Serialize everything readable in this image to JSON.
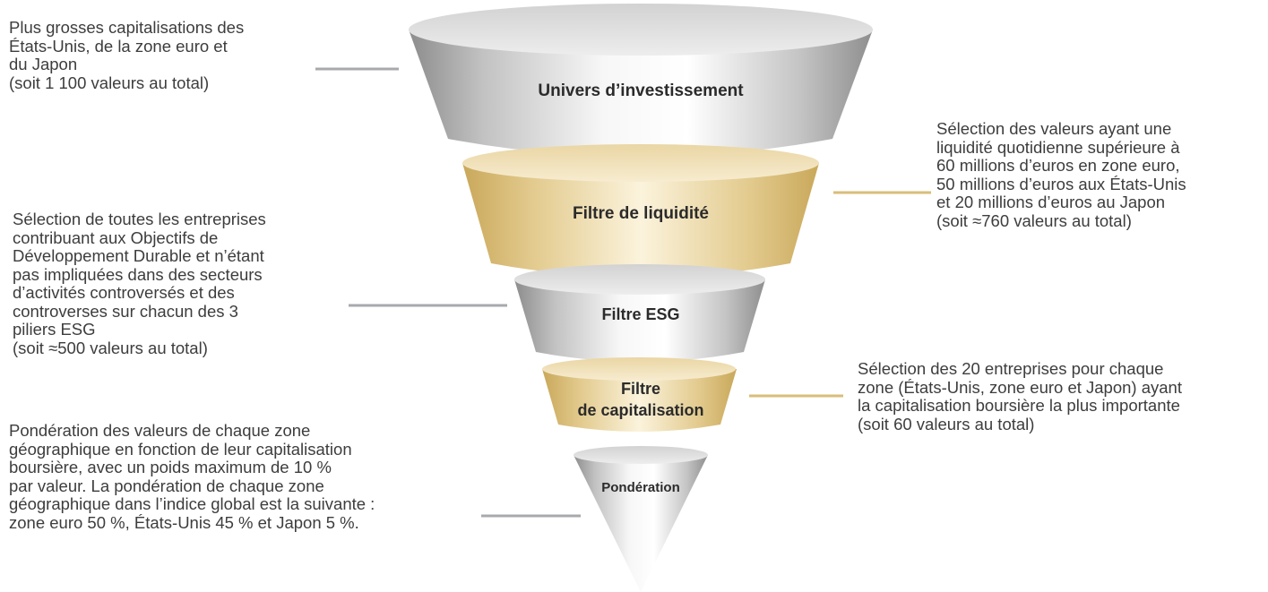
{
  "colors": {
    "grey_stage": "#c7c7c7",
    "gold_stage": "#e3cb8f",
    "grey_connector": "#a7a9ac",
    "gold_connector": "#d9bd7a",
    "text": "#3d3d3d"
  },
  "stages": [
    {
      "id": "univers",
      "label": "Univers d’investissement",
      "color": "grey",
      "description": "Plus grosses capitalisations des\nÉtats-Unis, de la zone euro et\ndu Japon\n(soit 1 100 valeurs au total)"
    },
    {
      "id": "liquidite",
      "label": "Filtre de liquidité",
      "color": "gold",
      "description": "Sélection des valeurs ayant une\nliquidité quotidienne supérieure à\n60 millions d’euros en zone euro,\n50 millions d’euros aux États-Unis\net 20 millions d’euros au Japon\n(soit ≈760 valeurs au total)"
    },
    {
      "id": "esg",
      "label": "Filtre ESG",
      "color": "grey",
      "description": "Sélection de toutes les entreprises\ncontribuant aux Objectifs de\nDéveloppement Durable et n’étant\npas impliquées dans des secteurs\nd’activités controversés et des\ncontroverses sur chacun des 3\npiliers ESG\n(soit ≈500 valeurs au total)"
    },
    {
      "id": "capitalisation",
      "label": "Filtre\nde capitalisation",
      "color": "gold",
      "description": "Sélection des 20 entreprises pour chaque\nzone (États-Unis, zone euro et Japon) ayant\nla capitalisation boursière la plus importante\n(soit 60 valeurs au total)"
    },
    {
      "id": "ponderation",
      "label": "Pondération",
      "color": "grey",
      "description": "Pondération des valeurs de chaque zone\ngéographique en fonction de leur capitalisation\nboursière, avec un poids maximum de 10 %\npar valeur. La pondération de chaque zone\ngéographique dans l’indice global est la suivante :\nzone euro 50 %, États-Unis 45 % et Japon 5 %."
    }
  ]
}
